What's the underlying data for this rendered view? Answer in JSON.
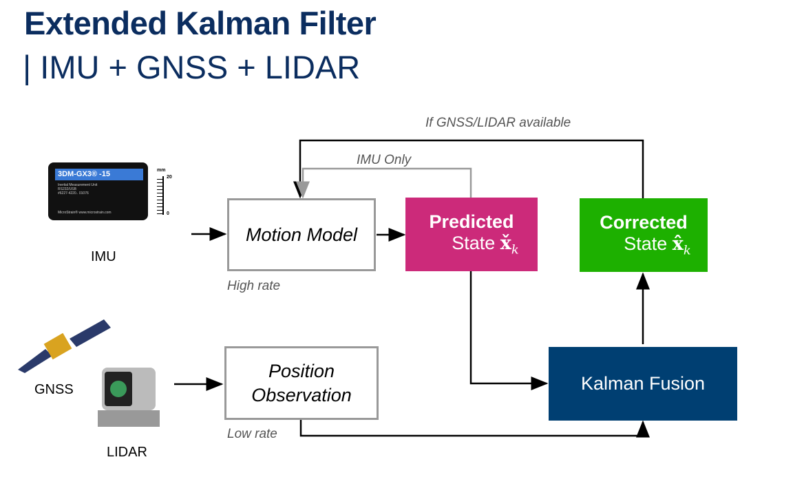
{
  "title": "Extended Kalman Filter",
  "subtitle": "| IMU + GNSS + LIDAR",
  "labels": {
    "gnss_lidar_available": "If GNSS/LIDAR available",
    "imu_only": "IMU Only",
    "high_rate": "High rate",
    "low_rate": "Low rate"
  },
  "devices": {
    "imu": "IMU",
    "gnss": "GNSS",
    "lidar": "LIDAR"
  },
  "imu_image": {
    "model": "3DM-GX3® -15",
    "desc1": "Inertial Measurement Unit",
    "desc2": "RS232/USB",
    "serial": "#6227-4220.. 01076",
    "brand": "MicroStrain® www.microstrain.com",
    "scale_unit": "mm",
    "scale_max": "20",
    "scale_min": "0"
  },
  "boxes": {
    "motion_model": "Motion Model",
    "predicted_title": "Predicted",
    "predicted_state": "State",
    "predicted_symbol": "x̌",
    "predicted_sub": "k",
    "corrected_title": "Corrected",
    "corrected_state": "State",
    "corrected_symbol": "x̂",
    "corrected_sub": "k",
    "position_obs_1": "Position",
    "position_obs_2": "Observation",
    "kalman_fusion": "Kalman Fusion"
  },
  "colors": {
    "title": "#0b2d5f",
    "predicted": "#cc2a7a",
    "corrected": "#1db000",
    "fusion": "#003f72"
  }
}
